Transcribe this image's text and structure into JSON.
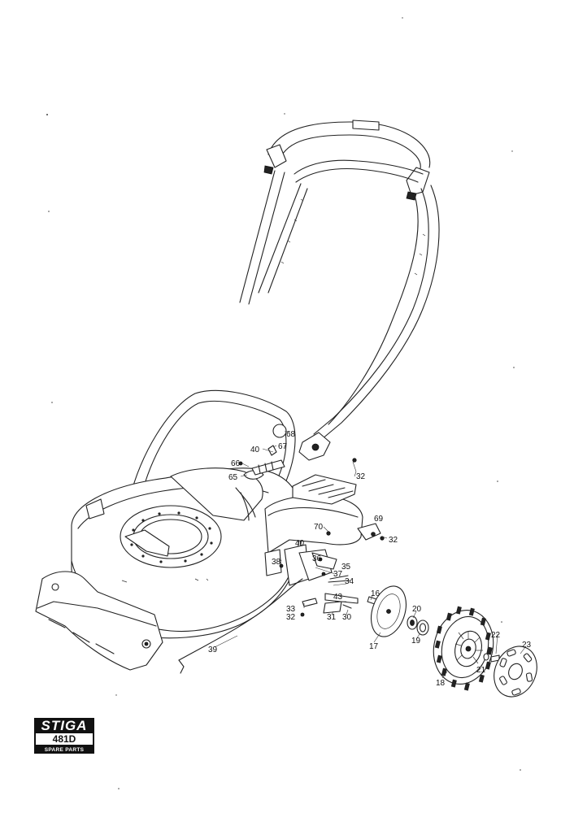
{
  "logo": {
    "brand": "STIGA",
    "model": "481D",
    "subtitle": "SPARE PARTS"
  },
  "callouts": {
    "c68": "68",
    "c67": "67",
    "c40a": "40",
    "c66": "66",
    "c65": "65",
    "c32a": "32",
    "c70": "70",
    "c69": "69",
    "c32b": "32",
    "c40b": "40",
    "c36": "36",
    "c35": "35",
    "c38": "38",
    "c37": "37",
    "c34": "34",
    "c16": "16",
    "c43": "43",
    "c33": "33",
    "c32c": "32",
    "c31": "31",
    "c30": "30",
    "c20": "20",
    "c19": "19",
    "c17": "17",
    "c39": "39",
    "c23": "23",
    "c22": "22",
    "c21": "21",
    "c18": "18"
  }
}
